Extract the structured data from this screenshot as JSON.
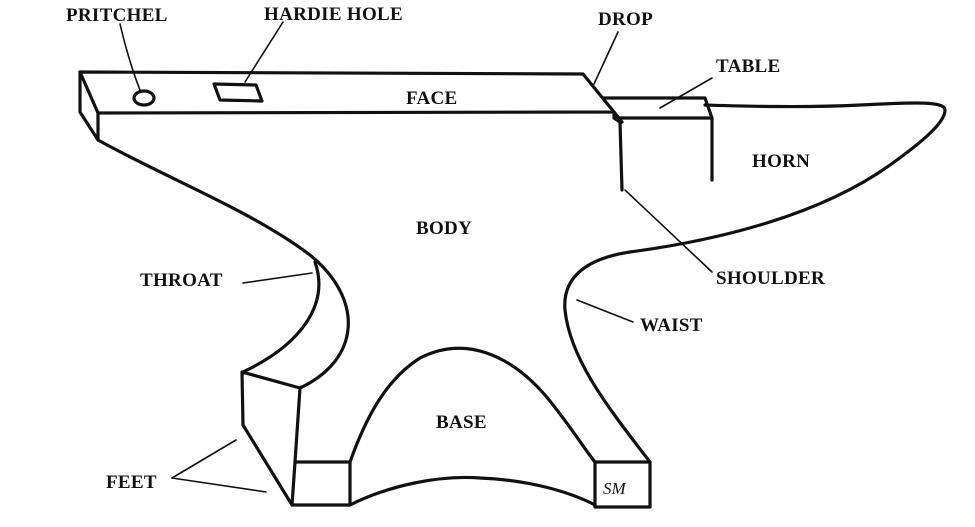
{
  "labels": {
    "pritchel": "PRITCHEL",
    "hardie_hole": "HARDIE HOLE",
    "drop": "DROP",
    "table": "TABLE",
    "face": "FACE",
    "horn": "HORN",
    "body": "BODY",
    "throat": "THROAT",
    "shoulder": "SHOULDER",
    "waist": "WAIST",
    "base": "BASE",
    "feet": "FEET"
  },
  "signature": "SM"
}
